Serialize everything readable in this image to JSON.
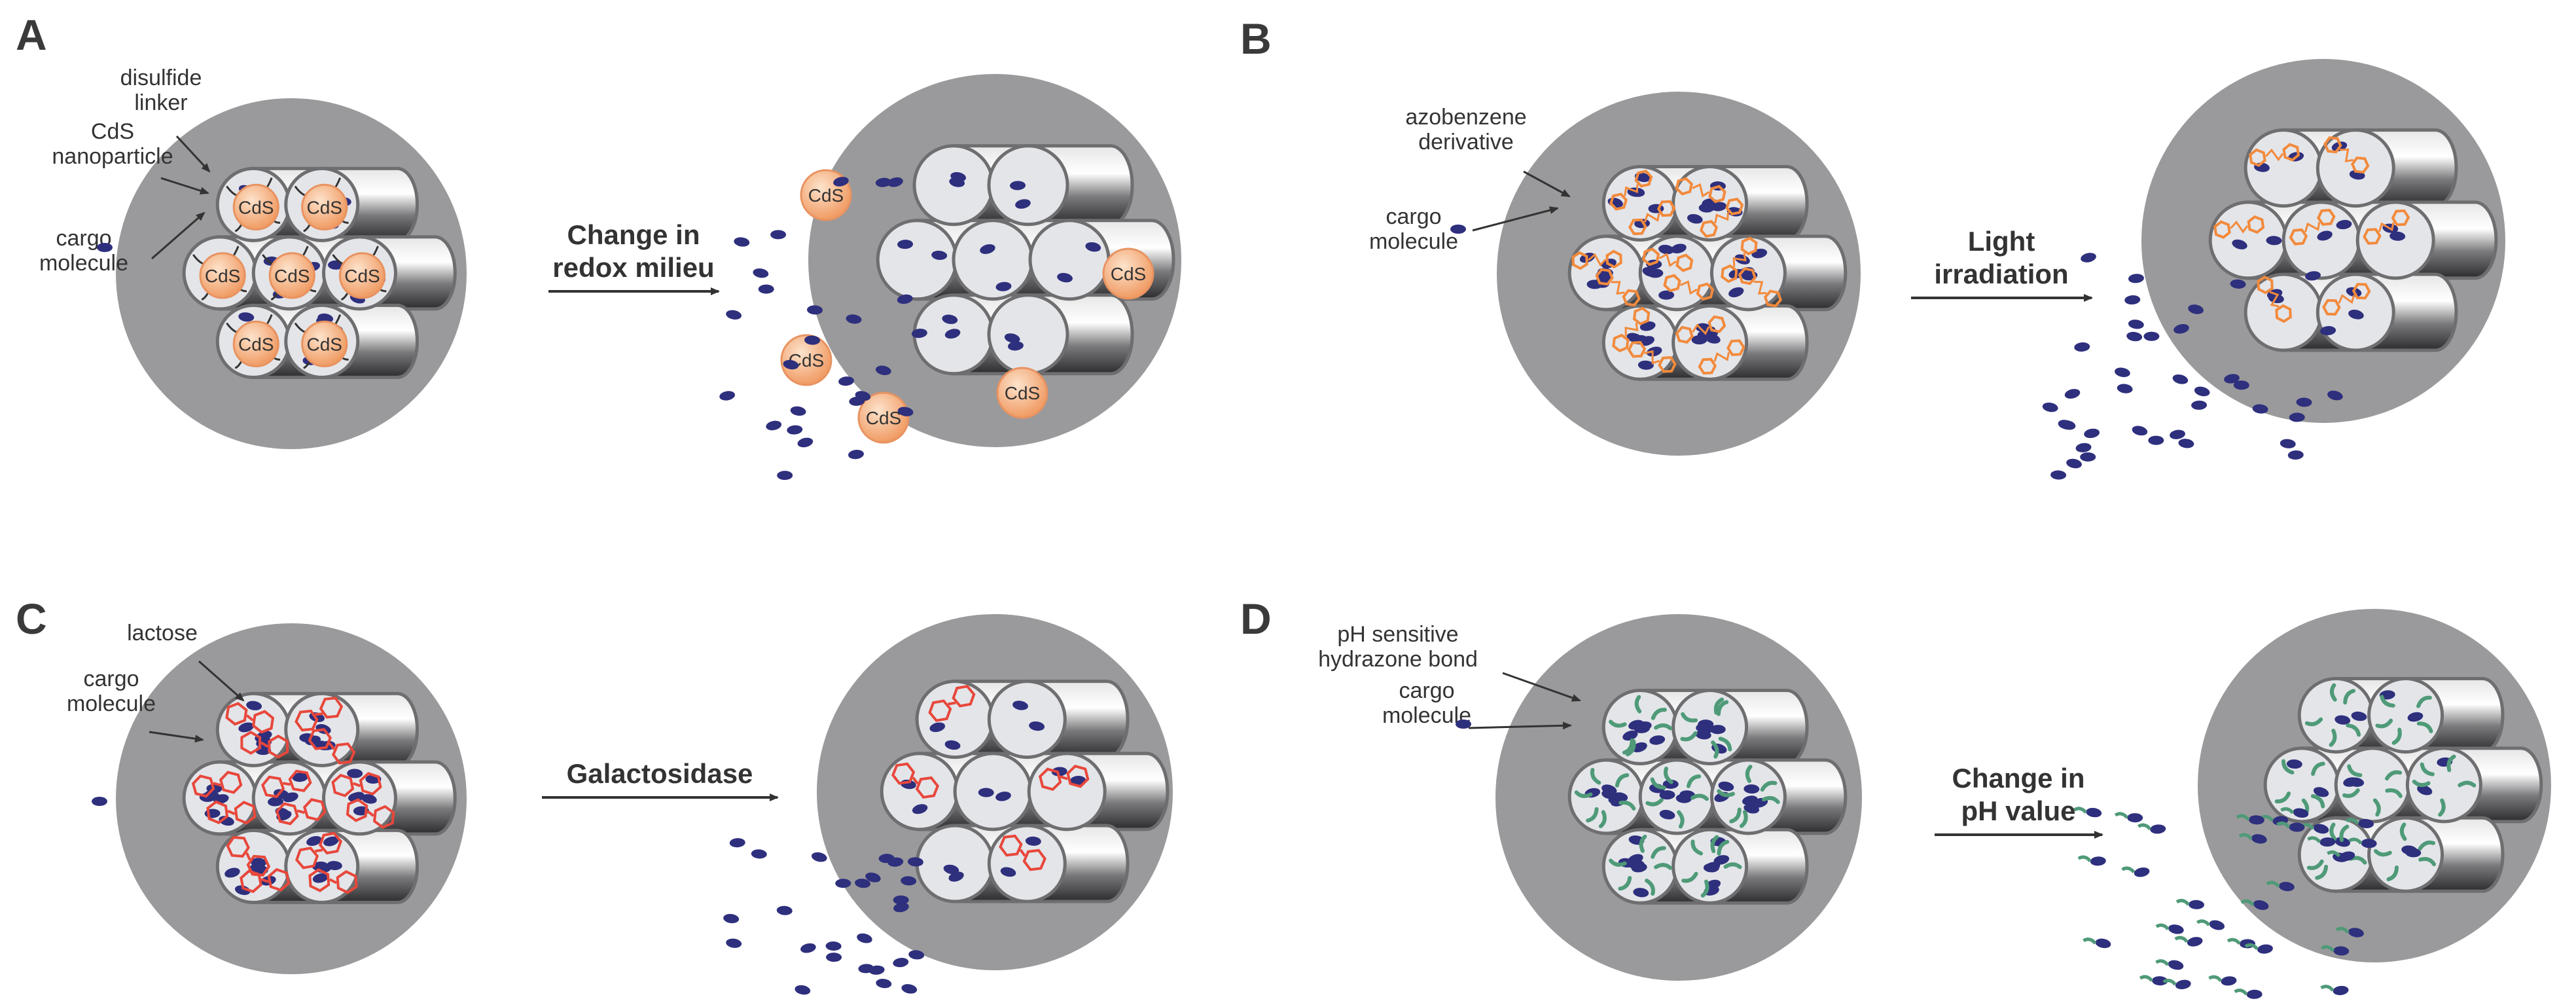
{
  "colors": {
    "particle": "#9a9a9c",
    "pore_face": "#e3e5e9",
    "pore_outline": "#6e6e70",
    "cargo": "#2e2f7d",
    "cds": "#f4ad80",
    "azobenzene": "#f28a3c",
    "lactose": "#e8473b",
    "hydrazone": "#4f9a78",
    "text": "#333333"
  },
  "panels": {
    "A": {
      "letter": "A",
      "labels": {
        "linker": [
          "disulfide",
          "linker"
        ],
        "nanoparticle": [
          "CdS",
          "nanoparticle"
        ],
        "cargo": [
          "cargo",
          "molecule"
        ]
      },
      "stimulus": [
        "Change in",
        "redox milieu"
      ],
      "cap_label": "CdS"
    },
    "B": {
      "letter": "B",
      "labels": {
        "gate": [
          "azobenzene",
          "derivative"
        ],
        "cargo": [
          "cargo",
          "molecule"
        ]
      },
      "stimulus": [
        "Light",
        "irradiation"
      ]
    },
    "C": {
      "letter": "C",
      "labels": {
        "gate": [
          "lactose"
        ],
        "cargo": [
          "cargo",
          "molecule"
        ]
      },
      "stimulus": [
        "Galactosidase"
      ]
    },
    "D": {
      "letter": "D",
      "labels": {
        "gate": [
          "pH sensitive",
          "hydrazone bond"
        ],
        "cargo": [
          "cargo",
          "molecule"
        ]
      },
      "stimulus": [
        "Change in",
        "pH value"
      ]
    }
  }
}
